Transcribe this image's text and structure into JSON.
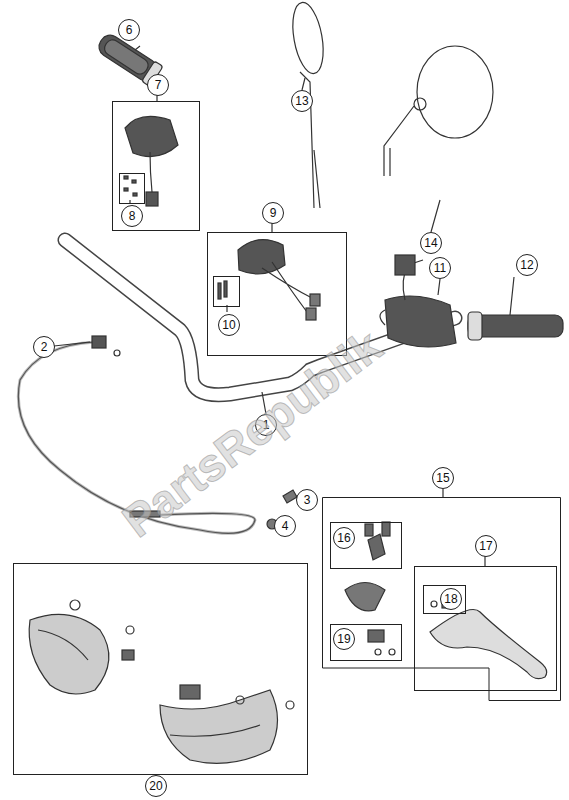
{
  "diagram": {
    "nodes": [
      {
        "text": [
          "7"
        ]
      },
      {
        "text": [
          "8"
        ],
        "in": 0
      },
      {
        "text": [
          "9"
        ]
      },
      {
        "text": [
          "10"
        ],
        "in": 2
      },
      {
        "text": [
          "15"
        ]
      },
      {
        "text": [
          "16"
        ],
        "in": 4
      },
      {
        "text": [
          "17"
        ],
        "in": 4
      },
      {
        "text": [
          "18"
        ],
        "in": 6
      },
      {
        "text": [
          "19"
        ],
        "in": 4
      },
      {
        "text": [
          "20"
        ]
      }
    ],
    "labels": [
      "6",
      "13",
      "14",
      "11",
      "12",
      "2",
      "1",
      "3",
      "4",
      "PartsRepublik"
    ]
  }
}
